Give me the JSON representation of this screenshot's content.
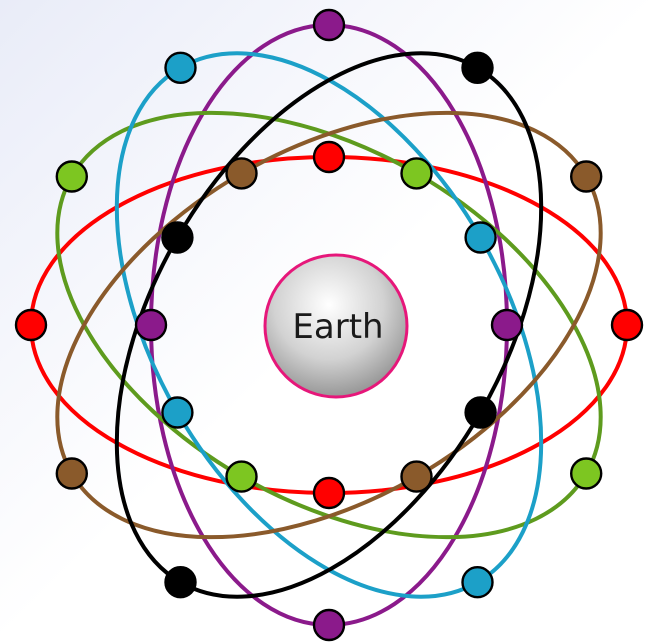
{
  "earth": {
    "label": "Earth",
    "fill_light": "#ffffff",
    "fill_mid": "#d2d2d2",
    "fill_dark": "#8c8c8c",
    "outline": "#e6177a"
  },
  "backdrop": {
    "color_a": "#e9ecf8",
    "color_b": "#ffffff"
  },
  "orbits": [
    {
      "name": "red-orbit",
      "color": "#ff0000",
      "satellite_count": 4
    },
    {
      "name": "purple-orbit",
      "color": "#8b1a8b",
      "satellite_count": 4
    },
    {
      "name": "green-orbit",
      "color": "#5e9b1e",
      "satellite_count": 4,
      "satellite_color": "#7dc621"
    },
    {
      "name": "cyan-orbit",
      "color": "#1ca0c8",
      "satellite_count": 4
    },
    {
      "name": "brown-orbit",
      "color": "#8a5a2b",
      "satellite_count": 4
    },
    {
      "name": "black-orbit",
      "color": "#000000",
      "satellite_count": 4
    }
  ]
}
